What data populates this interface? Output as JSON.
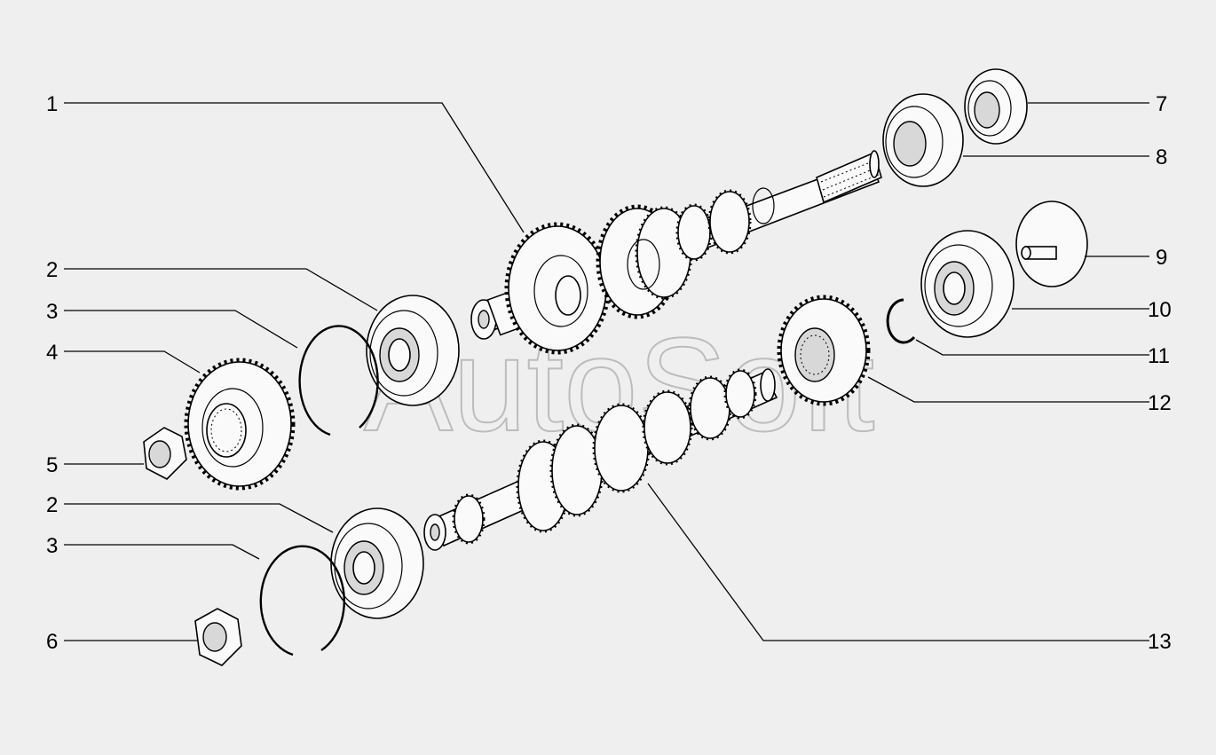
{
  "watermark": "AutoSoft",
  "callouts": {
    "c1": "1",
    "c2a": "2",
    "c3a": "3",
    "c4": "4",
    "c5": "5",
    "c2b": "2",
    "c3b": "3",
    "c6": "6",
    "c7": "7",
    "c8": "8",
    "c9": "9",
    "c10": "10",
    "c11": "11",
    "c12": "12",
    "c13": "13"
  }
}
